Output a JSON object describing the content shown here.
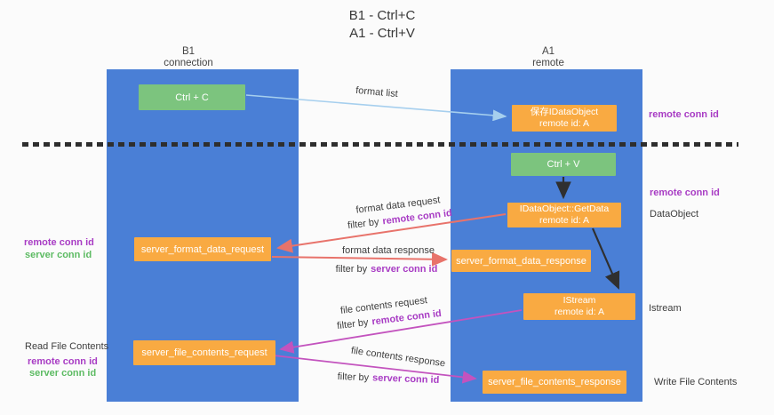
{
  "title": {
    "line1": "B1 - Ctrl+C",
    "line2": "A1 - Ctrl+V"
  },
  "lanes": {
    "left": {
      "name": "B1",
      "role": "connection"
    },
    "right": {
      "name": "A1",
      "role": "remote"
    }
  },
  "nodes": {
    "ctrl_c": {
      "label": "Ctrl + C"
    },
    "save_idataobject": {
      "line1": "保存IDataObject",
      "line2": "remote id: A"
    },
    "ctrl_v": {
      "label": "Ctrl + V"
    },
    "getdata": {
      "line1": "IDataObject::GetData",
      "line2": "remote id: A"
    },
    "format_request": {
      "label": "server_format_data_request"
    },
    "format_response": {
      "label": "server_format_data_response"
    },
    "istream": {
      "line1": "IStream",
      "line2": "remote id: A"
    },
    "file_request": {
      "label": "server_file_contents_request"
    },
    "file_response": {
      "label": "server_file_contents_response"
    }
  },
  "flows": {
    "format_list": {
      "label": "format list"
    },
    "format_data_request": {
      "label": "format data request",
      "filter_prefix": "filter by",
      "filter_key": "remote conn id"
    },
    "format_data_response": {
      "label": "format data response",
      "filter_prefix": "filter by",
      "filter_key": "server conn id"
    },
    "file_contents_request": {
      "label": "file contents request",
      "filter_prefix": "filter by",
      "filter_key": "remote conn id"
    },
    "file_contents_response": {
      "label": "file contents response",
      "filter_prefix": "filter by",
      "filter_key": "server conn id"
    }
  },
  "annotations": {
    "right_remote_conn_top": "remote conn id",
    "right_remote_conn_mid": "remote conn id",
    "right_dataobject": "DataObject",
    "right_istream": "Istream",
    "right_write_file": "Write File Contents",
    "left_remote_conn_mid": "remote conn id",
    "left_server_conn_mid": "server conn id",
    "left_read_file": "Read File Contents",
    "left_remote_conn_bottom": "remote conn id",
    "left_server_conn_bottom": "server conn id"
  },
  "colors": {
    "lane_blue": "#4a7fd6",
    "node_green": "#7cc47e",
    "node_orange": "#f9aa42",
    "arrow_red": "#e8736b",
    "arrow_magenta": "#c353be",
    "arrow_light_blue": "#a6cfee",
    "arrow_black": "#2f2f2f",
    "conn_id_purple": "#a83cc4",
    "conn_id_green": "#5dbb63",
    "text_dark": "#3a3a3a",
    "background": "#fbfbfb"
  }
}
